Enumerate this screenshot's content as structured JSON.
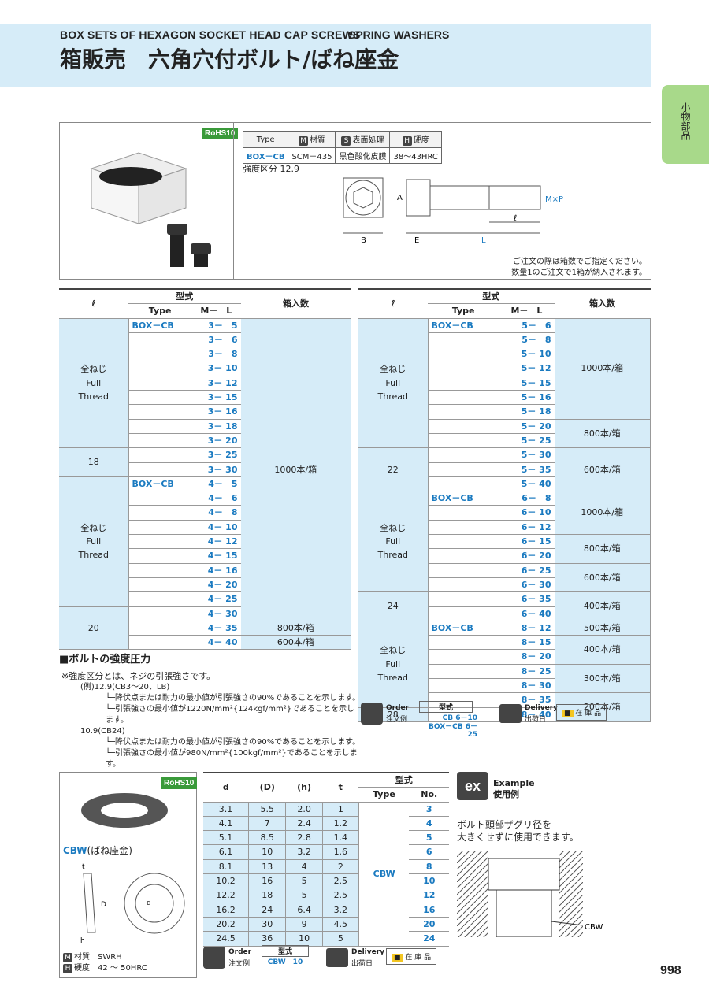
{
  "header": {
    "en_title": "BOX SETS OF HEXAGON SOCKET HEAD CAP SCREWS",
    "en_title2": "SPRING WASHERS",
    "jp_title": "箱販売　六角穴付ボルト/ばね座金"
  },
  "side_tab": "小物部品",
  "rohs": "RoHS10",
  "spec": {
    "h_type": "Type",
    "h_mat": "材質",
    "h_surf": "表面処理",
    "h_hard": "硬度",
    "type": "BOX－CB",
    "mat": "SCM－435",
    "surf": "黒色酸化皮膜",
    "hard": "38～43HRC",
    "strength": "強度区分 12.9"
  },
  "dims": {
    "A": "A",
    "B": "B",
    "E": "E",
    "L": "L",
    "l": "ℓ",
    "M": "M×P"
  },
  "order_note1": "ご注文の際は箱数でご指定ください。",
  "order_note2": "数量1のご注文で1箱が納入されます。",
  "tbl_h": {
    "l": "ℓ",
    "model": "型式",
    "type": "Type",
    "ml": "M－　L",
    "box": "箱入数"
  },
  "left_rows": [
    [
      "全ねじ",
      "BOX－CB",
      "3－　5"
    ],
    [
      "Full",
      "",
      "3－　6"
    ],
    [
      "Thread",
      "",
      "3－　8"
    ],
    [
      "",
      "",
      "3－ 10"
    ],
    [
      "",
      "",
      "3－ 12"
    ],
    [
      "",
      "",
      "3－ 15"
    ],
    [
      "",
      "",
      "3－ 16"
    ],
    [
      "",
      "",
      "3－ 18"
    ],
    [
      "",
      "",
      "3－ 20"
    ],
    [
      "18",
      "",
      "3－ 25"
    ],
    [
      "",
      "",
      "3－ 30"
    ],
    [
      "全ねじ",
      "BOX－CB",
      "4－　5"
    ],
    [
      "Full",
      "",
      "4－　6"
    ],
    [
      "Thread",
      "",
      "4－　8"
    ],
    [
      "",
      "",
      "4－ 10"
    ],
    [
      "",
      "",
      "4－ 12"
    ],
    [
      "",
      "",
      "4－ 15"
    ],
    [
      "",
      "",
      "4－ 16"
    ],
    [
      "",
      "",
      "4－ 20"
    ],
    [
      "",
      "",
      "4－ 25"
    ],
    [
      "20",
      "",
      "4－ 30"
    ],
    [
      "",
      "",
      "4－ 35"
    ],
    [
      "",
      "",
      "4－ 40"
    ]
  ],
  "left_l": {
    "full": "全ねじ",
    "full_en": "Full",
    "thread": "Thread",
    "v18": "18",
    "v20": "20"
  },
  "left_box": {
    "b1000": "1000本/箱",
    "b800": "800本/箱",
    "b600": "600本/箱"
  },
  "right_ml": [
    "5－　6",
    "5－　8",
    "5－ 10",
    "5－ 12",
    "5－ 15",
    "5－ 16",
    "5－ 18",
    "5－ 20",
    "5－ 25",
    "5－ 30",
    "5－ 35",
    "5－ 40",
    "6－　8",
    "6－ 10",
    "6－ 12",
    "6－ 15",
    "6－ 20",
    "6－ 25",
    "6－ 30",
    "6－ 35",
    "6－ 40",
    "8－ 12",
    "8－ 15",
    "8－ 20",
    "8－ 25",
    "8－ 30",
    "8－ 35",
    "8－ 40"
  ],
  "right_l": {
    "v22": "22",
    "v24": "24",
    "v28": "28"
  },
  "right_box": {
    "b1000": "1000本/箱",
    "b800": "800本/箱",
    "b600": "600本/箱",
    "b400": "400本/箱",
    "b500": "500本/箱",
    "b300": "300本/箱",
    "b200": "200本/箱"
  },
  "strength_title": "ボルトの強度圧力",
  "strength_notes": [
    "※強度区分とは、ネジの引張強さです。",
    "(例)12.9(CB3～20、LB)",
    "└─降伏点または耐力の最小値が引張強さの90%であることを示します。",
    "└─引張強さの最小値が1220N/mm²{124kgf/mm²}であることを示します。",
    "10.9(CB24)",
    "└─降伏点または耐力の最小値が引張強さの90%であることを示します。",
    "└─引張強さの最小値が980N/mm²{100kgf/mm²}であることを示します。"
  ],
  "order1": {
    "order": "Order",
    "order_jp": "注文例",
    "model": "型式",
    "ex1": "CB 6－10",
    "ex2": "BOX－CB 6－25",
    "delivery": "Delivery",
    "delivery_jp": "出荷日",
    "stock": "在 庫 品"
  },
  "washer": {
    "name": "CBW",
    "name_jp": "(ばね座金)",
    "mat": "材質　SWRH",
    "hard": "硬度　42 ～ 50HRC"
  },
  "washer_tbl": {
    "h": [
      "d",
      "(D)",
      "(h)",
      "t"
    ],
    "model": "型式",
    "type": "Type",
    "no": "No.",
    "type_val": "CBW",
    "rows": [
      [
        "3.1",
        "5.5",
        "2.0",
        "1",
        "3"
      ],
      [
        "4.1",
        "7",
        "2.4",
        "1.2",
        "4"
      ],
      [
        "5.1",
        "8.5",
        "2.8",
        "1.4",
        "5"
      ],
      [
        "6.1",
        "10",
        "3.2",
        "1.6",
        "6"
      ],
      [
        "8.1",
        "13",
        "4",
        "2",
        "8"
      ],
      [
        "10.2",
        "16",
        "5",
        "2.5",
        "10"
      ],
      [
        "12.2",
        "18",
        "5",
        "2.5",
        "12"
      ],
      [
        "16.2",
        "24",
        "6.4",
        "3.2",
        "16"
      ],
      [
        "20.2",
        "30",
        "9",
        "4.5",
        "20"
      ],
      [
        "24.5",
        "36",
        "10",
        "5",
        "24"
      ]
    ]
  },
  "order2": {
    "order": "Order",
    "order_jp": "注文例",
    "model": "型式",
    "ex": "CBW　10",
    "delivery": "Delivery",
    "delivery_jp": "出荷日",
    "stock": "在 庫 品"
  },
  "example": {
    "tag": "ex",
    "en": "Example",
    "jp": "使用例",
    "text1": "ボルト頭部ザグリ径を",
    "text2": "大きくせずに使用できます。",
    "cbw": "CBW"
  },
  "page_no": "998"
}
